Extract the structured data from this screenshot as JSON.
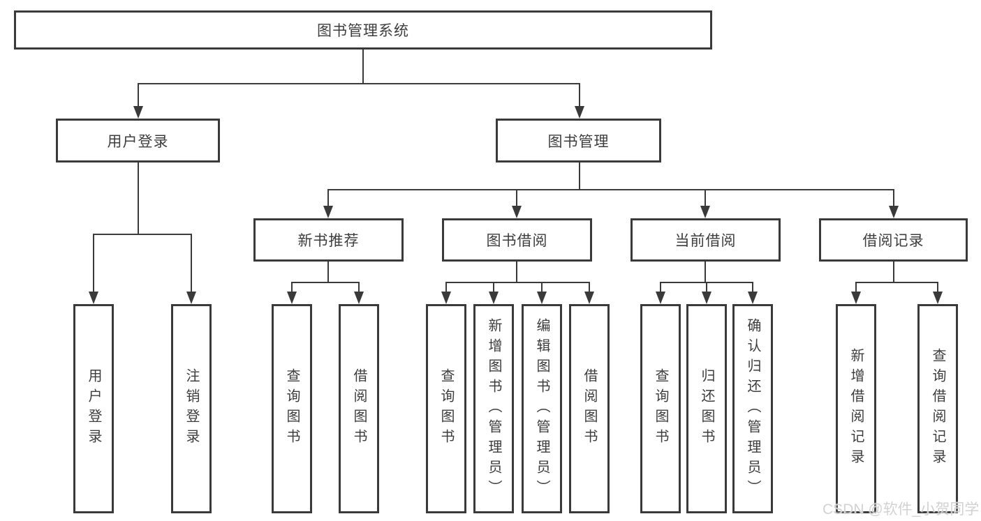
{
  "diagram": {
    "type": "hierarchy-tree",
    "root": {
      "label": "图书管理系统"
    },
    "branches": [
      {
        "label": "用户登录",
        "children": [
          {
            "label": "用户登录"
          },
          {
            "label": "注销登录"
          }
        ]
      },
      {
        "label": "图书管理",
        "groups": [
          {
            "label": "新书推荐",
            "children": [
              {
                "label": "查询图书"
              },
              {
                "label": "借阅图书"
              }
            ]
          },
          {
            "label": "图书借阅",
            "children": [
              {
                "label": "查询图书"
              },
              {
                "label": "新增图书（管理员）"
              },
              {
                "label": "编辑图书（管理员）"
              },
              {
                "label": "借阅图书"
              }
            ]
          },
          {
            "label": "当前借阅",
            "children": [
              {
                "label": "查询图书"
              },
              {
                "label": "归还图书"
              },
              {
                "label": "确认归还（管理员）"
              }
            ]
          },
          {
            "label": "借阅记录",
            "children": [
              {
                "label": "新增借阅记录"
              },
              {
                "label": "查询借阅记录"
              }
            ]
          }
        ]
      }
    ]
  },
  "watermark": {
    "text": "CSDN @软件_小贺同学"
  },
  "colors": {
    "line": "#3a3a3a",
    "box_border": "#3a3a3a",
    "text": "#3d3d3d",
    "background": "#ffffff",
    "watermark": "#d2d2d2"
  }
}
